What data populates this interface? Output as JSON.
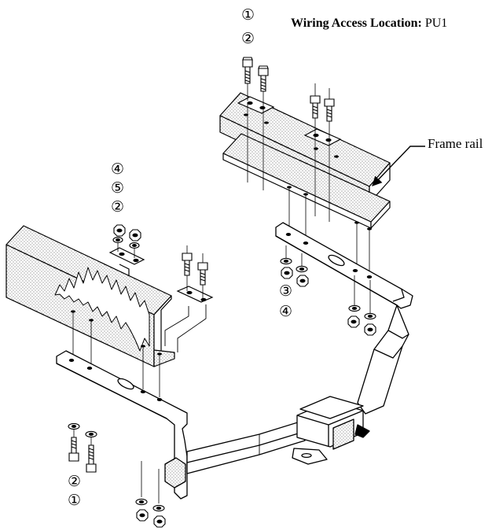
{
  "header": {
    "wiring_label": "Wiring Access Location:",
    "wiring_value": "PU1"
  },
  "labels": {
    "frame_rail": "Frame rail"
  },
  "callouts": {
    "top_1": "①",
    "top_2": "②",
    "left_4": "④",
    "left_5": "⑤",
    "left_2": "②",
    "right_3": "③",
    "right_4": "④",
    "bottom_2": "②",
    "bottom_1": "①"
  }
}
